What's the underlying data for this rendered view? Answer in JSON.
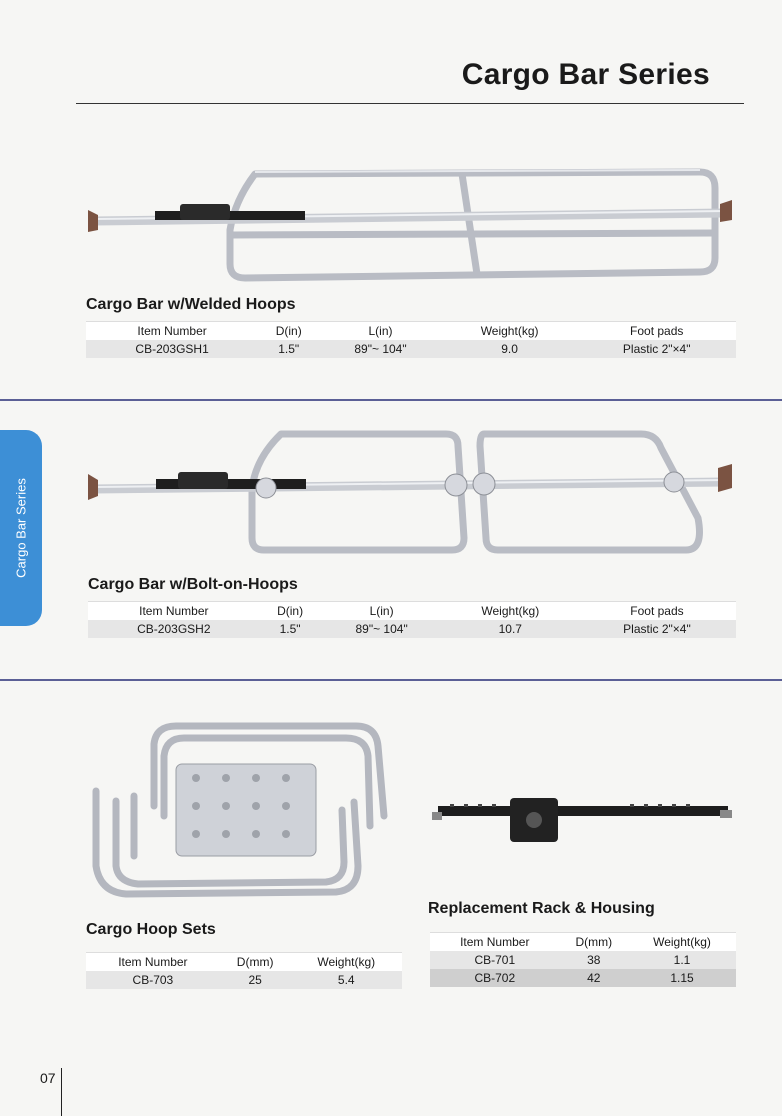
{
  "page": {
    "title": "Cargo Bar Series",
    "side_tab": "Cargo Bar Series",
    "page_number": "07"
  },
  "sections": {
    "welded": {
      "title": "Cargo Bar w/Welded Hoops",
      "headers": [
        "Item Number",
        "D(in)",
        "L(in)",
        "Weight(kg)",
        "Foot pads"
      ],
      "row": [
        "CB-203GSH1",
        "1.5\"",
        "89\"~ 104\"",
        "9.0",
        "Plastic 2\"×4\""
      ]
    },
    "bolton": {
      "title": "Cargo Bar w/Bolt-on-Hoops",
      "headers": [
        "Item Number",
        "D(in)",
        "L(in)",
        "Weight(kg)",
        "Foot pads"
      ],
      "row": [
        "CB-203GSH2",
        "1.5\"",
        "89\"~ 104\"",
        "10.7",
        "Plastic 2\"×4\""
      ]
    },
    "hoops": {
      "title": "Cargo Hoop Sets",
      "headers": [
        "Item Number",
        "D(mm)",
        "Weight(kg)"
      ],
      "row": [
        "CB-703",
        "25",
        "5.4"
      ]
    },
    "rack": {
      "title": "Replacement Rack & Housing",
      "headers": [
        "Item Number",
        "D(mm)",
        "Weight(kg)"
      ],
      "rows": [
        [
          "CB-701",
          "38",
          "1.1"
        ],
        [
          "CB-702",
          "42",
          "1.15"
        ]
      ]
    }
  },
  "colors": {
    "accent_blue": "#3d8fd6",
    "divider": "#5b5f95"
  }
}
